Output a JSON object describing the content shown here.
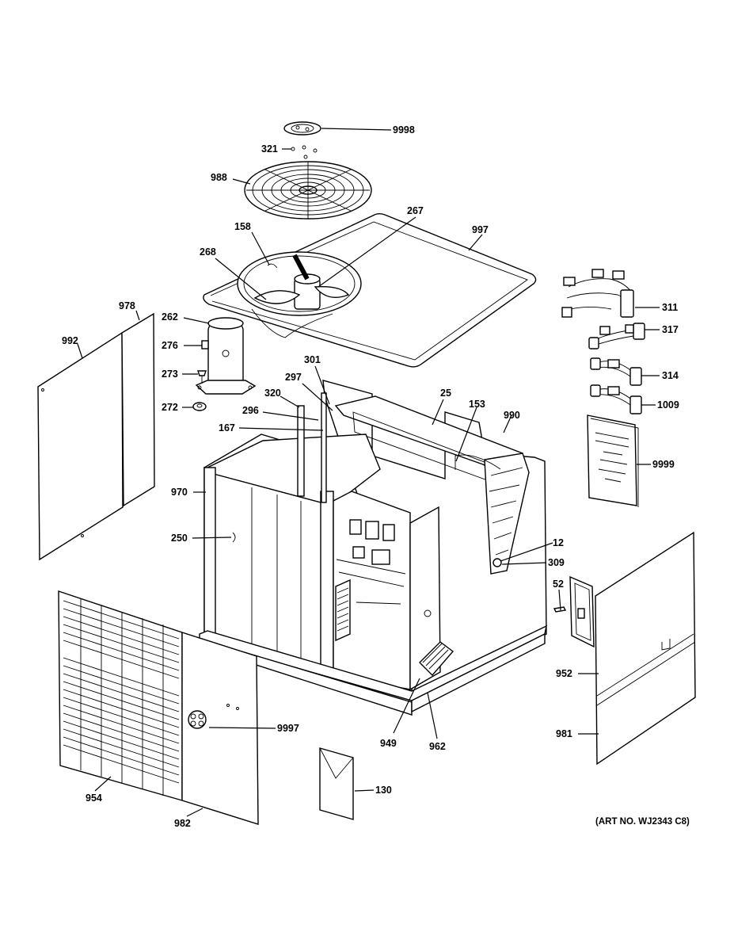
{
  "art_number": "(ART NO. WJ2343 C8)",
  "callouts": [
    {
      "id": "c9998",
      "text": "9998"
    },
    {
      "id": "c321",
      "text": "321"
    },
    {
      "id": "c988",
      "text": "988"
    },
    {
      "id": "c267",
      "text": "267"
    },
    {
      "id": "c997",
      "text": "997"
    },
    {
      "id": "c158",
      "text": "158"
    },
    {
      "id": "c268",
      "text": "268"
    },
    {
      "id": "c978",
      "text": "978"
    },
    {
      "id": "c992",
      "text": "992"
    },
    {
      "id": "c262",
      "text": "262"
    },
    {
      "id": "c276",
      "text": "276"
    },
    {
      "id": "c273",
      "text": "273"
    },
    {
      "id": "c272",
      "text": "272"
    },
    {
      "id": "c301",
      "text": "301"
    },
    {
      "id": "c297",
      "text": "297"
    },
    {
      "id": "c320",
      "text": "320"
    },
    {
      "id": "c296",
      "text": "296"
    },
    {
      "id": "c167",
      "text": "167"
    },
    {
      "id": "c25",
      "text": "25"
    },
    {
      "id": "c153",
      "text": "153"
    },
    {
      "id": "c990",
      "text": "990"
    },
    {
      "id": "c311",
      "text": "311"
    },
    {
      "id": "c317",
      "text": "317"
    },
    {
      "id": "c314",
      "text": "314"
    },
    {
      "id": "c1009",
      "text": "1009"
    },
    {
      "id": "c9999",
      "text": "9999"
    },
    {
      "id": "c970",
      "text": "970"
    },
    {
      "id": "c250",
      "text": "250"
    },
    {
      "id": "c12",
      "text": "12"
    },
    {
      "id": "c309",
      "text": "309"
    },
    {
      "id": "c52",
      "text": "52"
    },
    {
      "id": "c952",
      "text": "952"
    },
    {
      "id": "c981",
      "text": "981"
    },
    {
      "id": "c9997",
      "text": "9997"
    },
    {
      "id": "c949",
      "text": "949"
    },
    {
      "id": "c962",
      "text": "962"
    },
    {
      "id": "c130",
      "text": "130"
    },
    {
      "id": "c954",
      "text": "954"
    },
    {
      "id": "c982",
      "text": "982"
    }
  ]
}
